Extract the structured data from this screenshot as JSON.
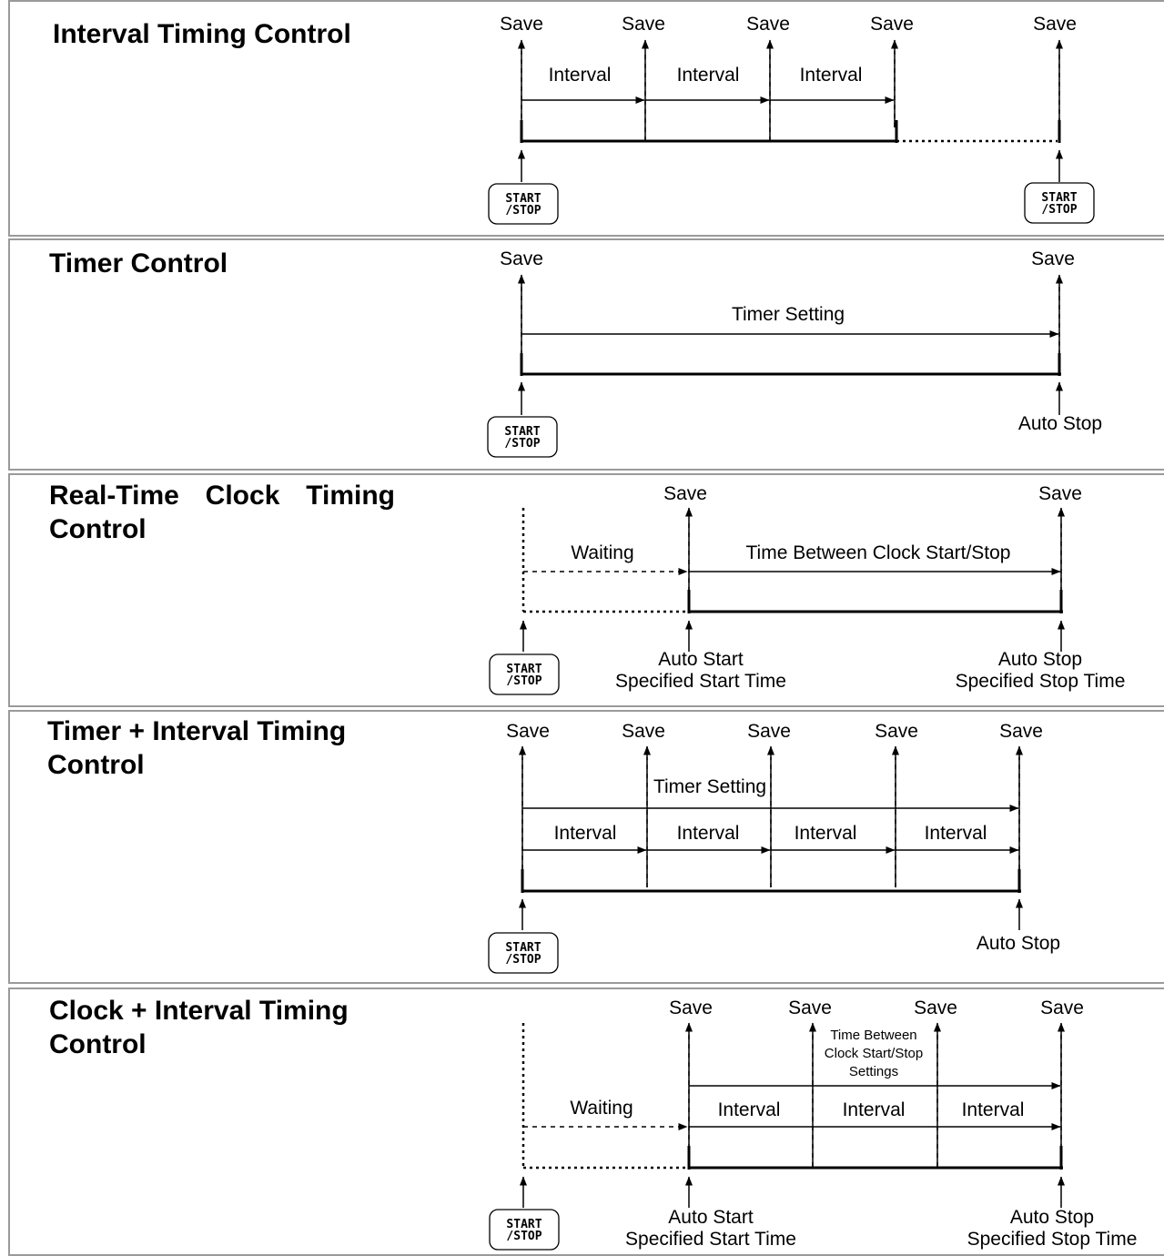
{
  "labels": {
    "save": "Save",
    "interval": "Interval",
    "timer_setting": "Timer Setting",
    "waiting": "Waiting",
    "time_between": "Time Between Clock Start/Stop",
    "time_between_settings": [
      "Time Between",
      "Clock Start/Stop",
      "Settings"
    ],
    "auto_stop": "Auto Stop",
    "auto_start": "Auto Start",
    "specified_start_time": "Specified Start Time",
    "specified_stop_time": "Specified Stop Time",
    "start_stop_button": [
      "START",
      "/STOP"
    ]
  },
  "sections": [
    {
      "id": "interval",
      "title": "Interval Timing Control"
    },
    {
      "id": "timer",
      "title": "Timer Control"
    },
    {
      "id": "realtime",
      "title": "Real-Time Clock Timing Control"
    },
    {
      "id": "timer-interval",
      "title": "Timer + Interval Timing\nControl"
    },
    {
      "id": "clock-interval",
      "title": "Clock + Interval Timing\nControl"
    }
  ]
}
